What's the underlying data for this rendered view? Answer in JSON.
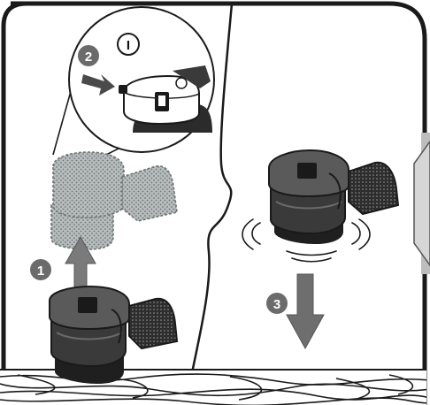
{
  "steps": [
    {
      "number": "1"
    },
    {
      "number": "2"
    },
    {
      "number": "3"
    }
  ],
  "switch_symbol": "I",
  "colors": {
    "frame": "#1a1a1a",
    "step_badge": "#6b6b6b",
    "tool_dark": "#2b2b2b",
    "tool_mid": "#5a5a5a",
    "tool_light": "#8c8c8c",
    "ghost": "#9aa0a0",
    "tab": "#c8c8c8",
    "floor": "#3a3a3a"
  },
  "icons": [
    "arrow-up-icon",
    "arrow-down-icon",
    "arrow-right-icon",
    "vibration-lines-icon",
    "power-switch-icon"
  ]
}
